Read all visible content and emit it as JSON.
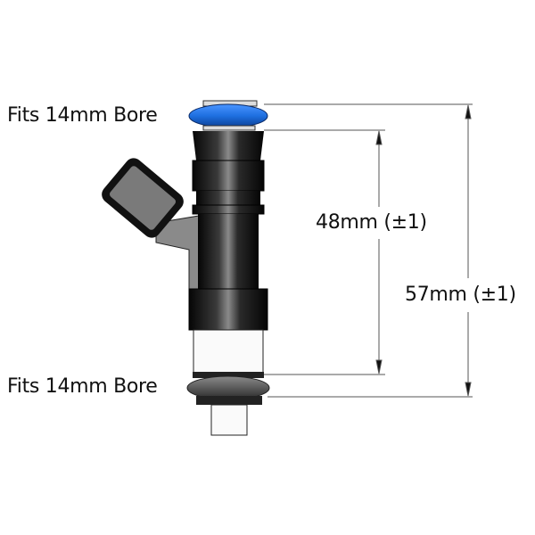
{
  "labels": {
    "top_bore": "Fits 14mm Bore",
    "bottom_bore": "Fits 14mm Bore",
    "inner_dim": "48mm (±1)",
    "outer_dim": "57mm (±1)"
  },
  "colors": {
    "top_oring": "#1e6fe0",
    "bottom_oring": "#5a5a5a",
    "body": "#151515",
    "bracket": "#8a8a8a",
    "dimension_line": "#555555"
  }
}
